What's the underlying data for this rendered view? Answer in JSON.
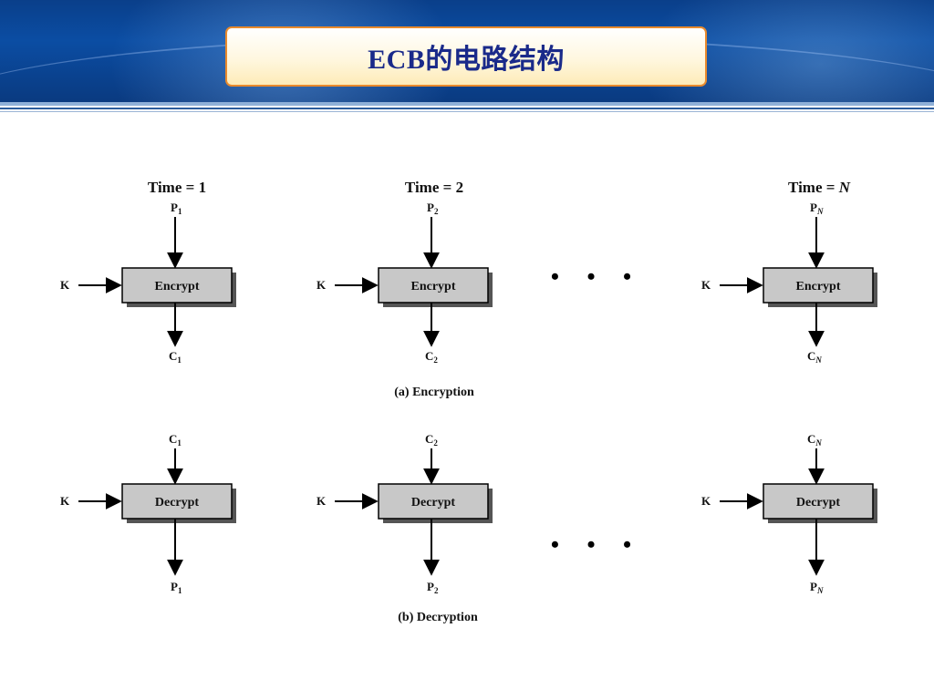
{
  "slide": {
    "title": "ECB的电路结构"
  },
  "diagram": {
    "time_labels": {
      "t1_prefix": "Time = 1",
      "t2_prefix": "Time = 2",
      "tn_prefix": "Time = ",
      "tn_var": "N"
    },
    "key_label": "K",
    "encrypt_label": "Encrypt",
    "decrypt_label": "Decrypt",
    "ellipsis": "• • •",
    "encryption_caption": "(a) Encryption",
    "decryption_caption": "(b) Decryption",
    "symbols": {
      "P": "P",
      "C": "C",
      "sub1": "1",
      "sub2": "2",
      "subN": "N"
    }
  },
  "colors": {
    "header_blue": "#0b4da3",
    "title_text": "#1a2a8a",
    "title_border": "#e98a2c",
    "box_fill": "#c8c8c8"
  }
}
